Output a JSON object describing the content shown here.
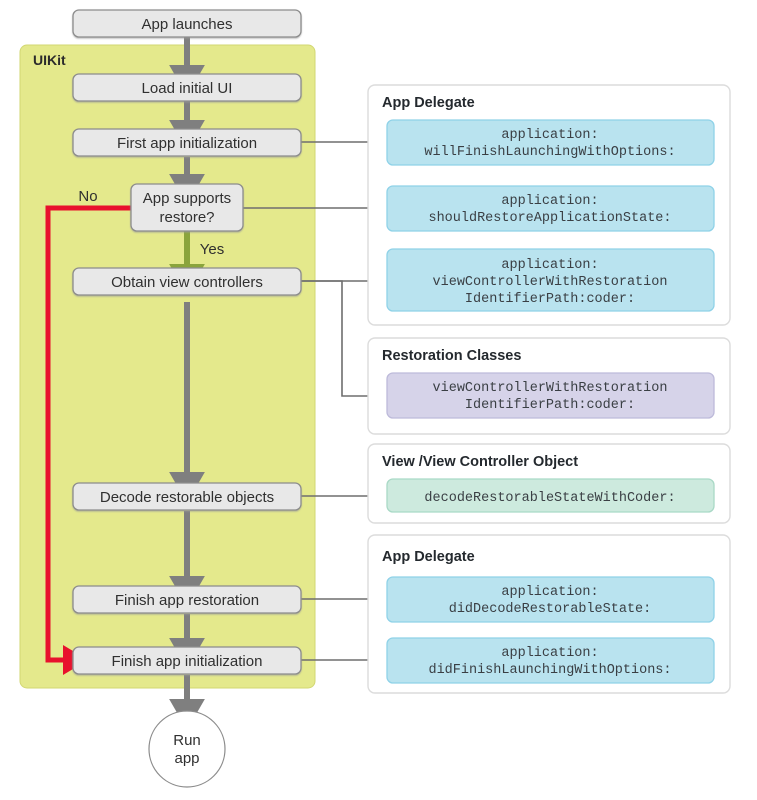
{
  "diagram": {
    "title": "UIKit app launch and state restoration flow",
    "colors": {
      "group_fill": "#e4e98c",
      "group_stroke": "#cfd465",
      "node_fill": "#e8e8e8",
      "node_stroke": "#8c8c8c",
      "arrow_gray": "#7f7f7f",
      "arrow_thin": "#6e6e6e",
      "branch_yes": "#8aa43c",
      "branch_no": "#e8112d",
      "panel_stroke": "#dcdcdc",
      "api_blue_fill": "#b9e3ef",
      "api_blue_stroke": "#8fd2e8",
      "api_purple_fill": "#d6d3e9",
      "api_purple_stroke": "#bdbada",
      "api_teal_fill": "#cdeade",
      "api_teal_stroke": "#a9d9c6"
    },
    "group": {
      "label": "UIKit"
    },
    "nodes": [
      {
        "id": "app-launches",
        "label": "App launches"
      },
      {
        "id": "load-initial-ui",
        "label": "Load initial UI"
      },
      {
        "id": "first-app-init",
        "label": "First app initialization"
      },
      {
        "id": "app-supports-restore",
        "label_line1": "App supports",
        "label_line2": "restore?"
      },
      {
        "id": "obtain-view-controllers",
        "label": "Obtain view controllers"
      },
      {
        "id": "decode-restorable-objects",
        "label": "Decode restorable objects"
      },
      {
        "id": "finish-app-restoration",
        "label": "Finish app restoration"
      },
      {
        "id": "finish-app-init",
        "label": "Finish app initialization"
      }
    ],
    "terminal": {
      "id": "run-app",
      "label_line1": "Run",
      "label_line2": "app"
    },
    "branches": {
      "no": "No",
      "yes": "Yes"
    },
    "panels": [
      {
        "id": "app-delegate-top",
        "title": "App Delegate",
        "items": [
          {
            "id": "will-finish-launching",
            "style": "blue",
            "lines": [
              "application:",
              "willFinishLaunchingWithOptions:"
            ]
          },
          {
            "id": "should-restore-application-state",
            "style": "blue",
            "lines": [
              "application:",
              "shouldRestoreApplicationState:"
            ]
          },
          {
            "id": "view-controller-with-restoration-delegate",
            "style": "blue",
            "lines": [
              "application:",
              "viewControllerWithRestoration",
              "IdentifierPath:coder:"
            ]
          }
        ]
      },
      {
        "id": "restoration-classes",
        "title": "Restoration Classes",
        "items": [
          {
            "id": "view-controller-with-restoration-class",
            "style": "purple",
            "lines": [
              "viewControllerWithRestoration",
              "IdentifierPath:coder:"
            ]
          }
        ]
      },
      {
        "id": "view-view-controller-object",
        "title": "View /View Controller Object",
        "items": [
          {
            "id": "decode-restorable-state-with-coder",
            "style": "teal",
            "lines": [
              "decodeRestorableStateWithCoder:"
            ]
          }
        ]
      },
      {
        "id": "app-delegate-bottom",
        "title": "App Delegate",
        "items": [
          {
            "id": "did-decode-restorable-state",
            "style": "blue",
            "lines": [
              "application:",
              "didDecodeRestorableState:"
            ]
          },
          {
            "id": "did-finish-launching",
            "style": "blue",
            "lines": [
              "application:",
              "didFinishLaunchingWithOptions:"
            ]
          }
        ]
      }
    ]
  }
}
